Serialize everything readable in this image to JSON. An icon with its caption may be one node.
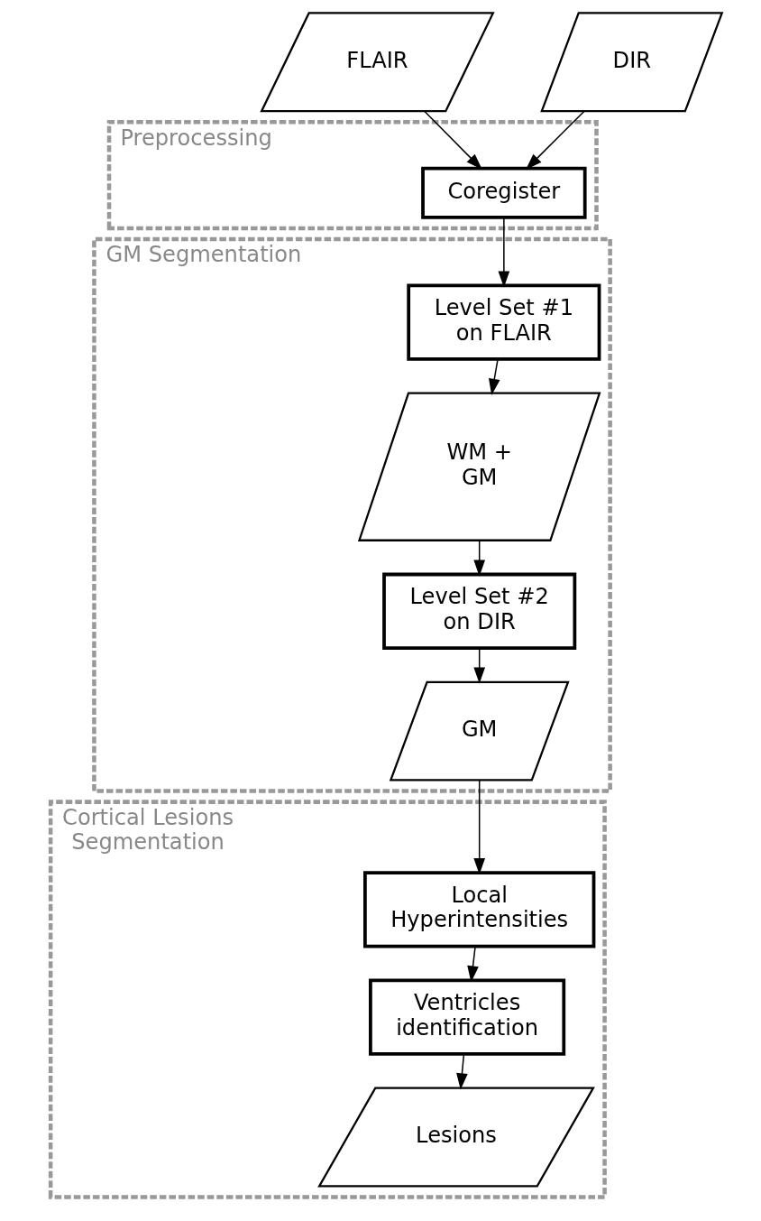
{
  "diagram": {
    "nodes": [
      {
        "text": [
          "FLAIR"
        ]
      },
      {
        "text": [
          "DIR"
        ]
      },
      {
        "text": [
          "Preprocessing"
        ]
      },
      {
        "text": [
          "Coregister"
        ],
        "in": 2
      },
      {
        "text": [
          "GM Segmentation"
        ]
      },
      {
        "text": [
          "Level Set #1 on FLAIR"
        ],
        "in": 4
      },
      {
        "text": [
          "WM + GM"
        ],
        "in": 4
      },
      {
        "text": [
          "Level Set #2 on DIR"
        ],
        "in": 4
      },
      {
        "text": [
          "GM"
        ],
        "in": 4
      },
      {
        "text": [
          "Cortical Lesions Segmentation"
        ]
      },
      {
        "text": [
          "Local Hyperintensities"
        ],
        "in": 9
      },
      {
        "text": [
          "Ventricles identification"
        ],
        "in": 9
      },
      {
        "text": [
          "Lesions"
        ],
        "in": 9
      }
    ],
    "edges": [
      {
        "from": 0,
        "to": 3,
        "arrow": "to"
      },
      {
        "from": 1,
        "to": 3,
        "arrow": "to"
      },
      {
        "from": 3,
        "to": 5,
        "arrow": "to"
      },
      {
        "from": 5,
        "to": 6,
        "arrow": "to"
      },
      {
        "from": 6,
        "to": 7,
        "arrow": "to"
      },
      {
        "from": 7,
        "to": 8,
        "arrow": "to"
      },
      {
        "from": 8,
        "to": 10,
        "arrow": "to"
      },
      {
        "from": 10,
        "to": 11,
        "arrow": "to"
      },
      {
        "from": 11,
        "to": 12,
        "arrow": "to"
      }
    ]
  }
}
